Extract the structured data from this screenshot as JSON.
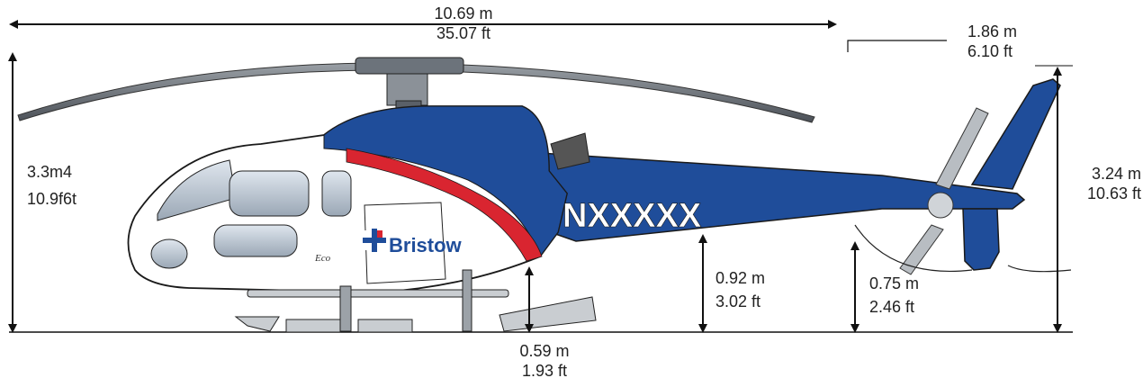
{
  "dimensions": {
    "length": {
      "m": "10.69 m",
      "ft": "35.07 ft"
    },
    "tail_offset": {
      "m": "1.86 m",
      "ft": "6.10 ft"
    },
    "rotor_height": {
      "m": "3.3m4",
      "ft": "10.9f6t"
    },
    "tail_height": {
      "m": "3.24 m",
      "ft": "10.63 ft"
    },
    "step_clearance": {
      "m": "0.59 m",
      "ft": "1.93 ft"
    },
    "fuselage_clearance": {
      "m": "0.92 m",
      "ft": "3.02 ft"
    },
    "tail_skid_clearance": {
      "m": "0.75 m",
      "ft": "2.46 ft"
    }
  },
  "livery": {
    "registration": "NXXXXX",
    "brand": "Bristow",
    "model_script": "Eco"
  },
  "colors": {
    "body_blue": "#1f4d9a",
    "stripe_red": "#d92530",
    "body_white": "#ffffff",
    "outline": "#1a1a1a"
  }
}
